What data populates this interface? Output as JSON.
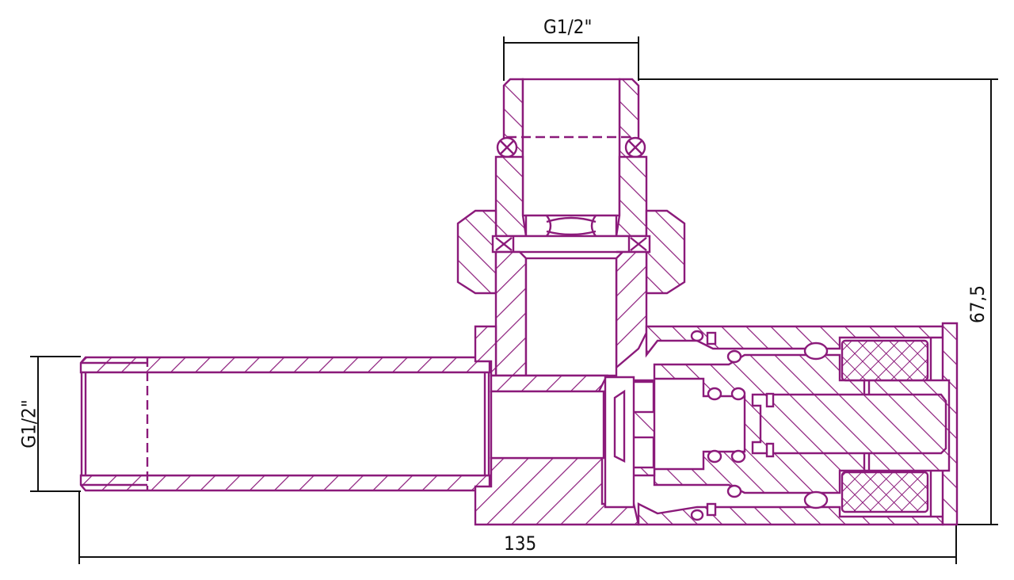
{
  "drawing": {
    "type": "technical cross-section drawing",
    "subject": "angled radiator valve",
    "line_color": "#8b1a7a",
    "dimension_color": "#111111",
    "background": "#ffffff"
  },
  "dimensions": {
    "top_thread": "G1/2\"",
    "left_thread": "G1/2\"",
    "height": "67,5",
    "length": "135"
  }
}
